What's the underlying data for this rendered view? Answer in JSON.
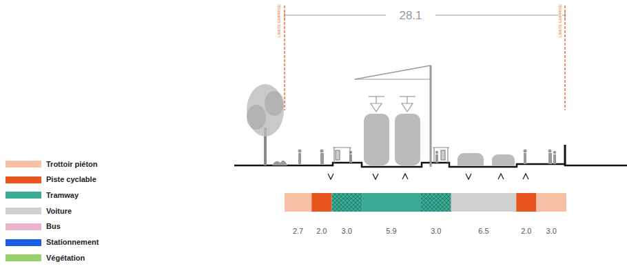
{
  "diagram": {
    "labels": [
      "LIMITE EMPRISE",
      "28.1",
      "LIMITE EMPRISE",
      "2.7",
      "2.0",
      "3.0",
      "5.9",
      "3.0",
      "6.5",
      "2.0",
      "3.0"
    ],
    "legend": [
      {
        "text": "Trottoir piéton",
        "color": "#f7c1a6"
      },
      {
        "text": "Piste cyclable",
        "color": "#e8541e"
      },
      {
        "text": "Tramway",
        "color": "#3aaa93"
      },
      {
        "text": "Voiture",
        "color": "#d0d0d0"
      },
      {
        "text": "Bus",
        "color": "#e8b4cc"
      },
      {
        "text": "Stationnement",
        "color": "#1a5ce8"
      },
      {
        "text": "Végétation",
        "color": "#99d16a"
      }
    ]
  }
}
